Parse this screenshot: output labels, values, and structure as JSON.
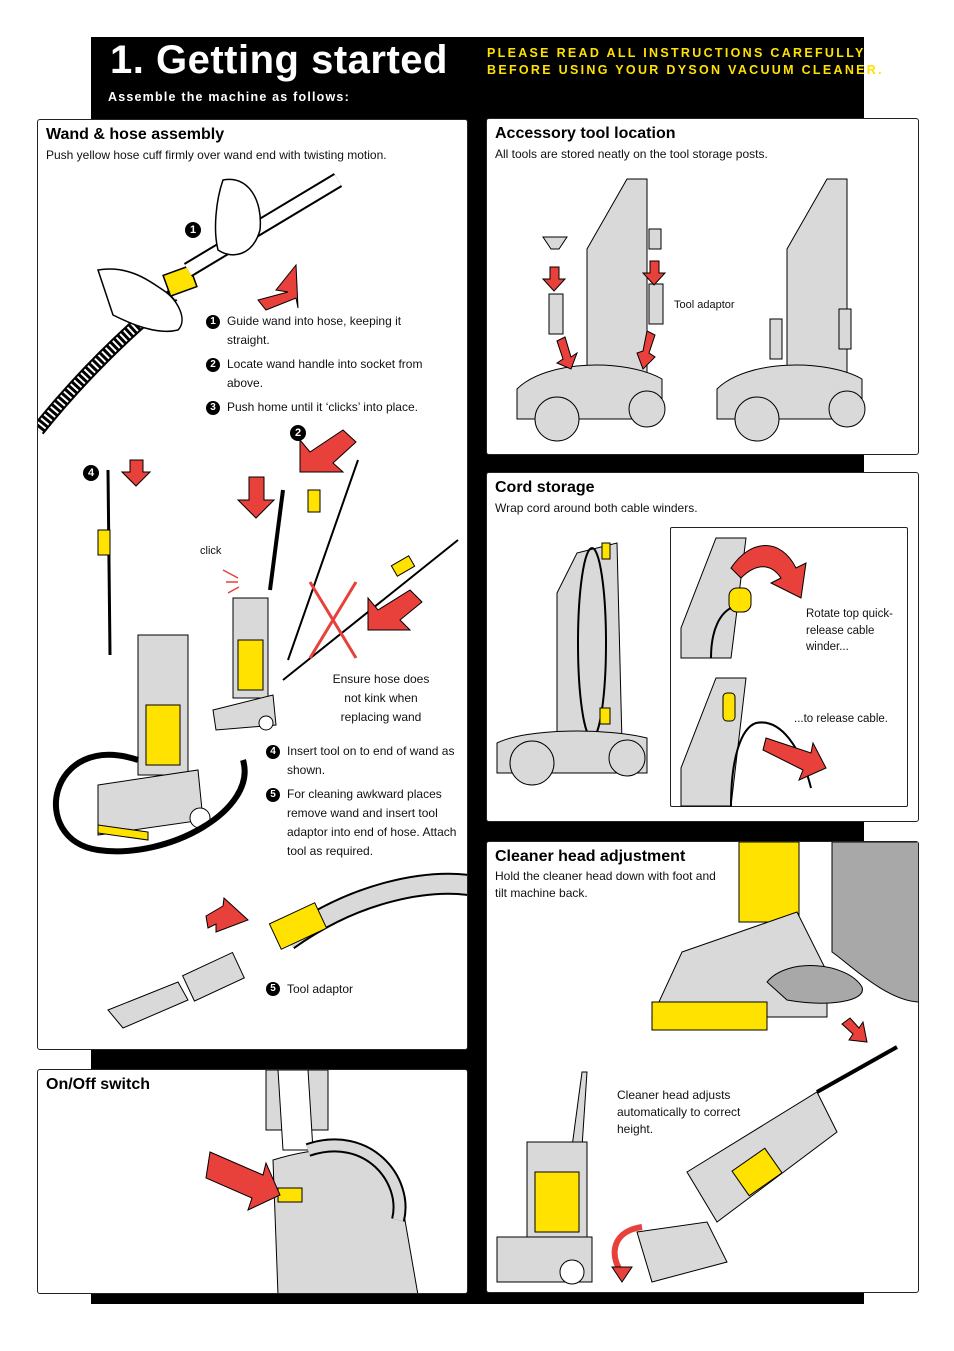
{
  "header": {
    "title": "1. Getting started",
    "subtitle": "Assemble the machine as follows:",
    "warning_line1": "PLEASE READ ALL INSTRUCTIONS CAREFULLY",
    "warning_line2": "BEFORE USING YOUR DYSON VACUUM CLEANER."
  },
  "colors": {
    "yellow": "#FFE200",
    "red": "#E8403A",
    "grey": "#D9D9D9",
    "black": "#000000"
  },
  "wand": {
    "title": "Wand & hose assembly",
    "subtitle": "Push yellow hose cuff firmly over wand end with twisting motion.",
    "steps": [
      {
        "num": "1",
        "text": "Guide wand into hose, keeping it straight."
      },
      {
        "num": "2",
        "text": "Locate wand handle into socket from above."
      },
      {
        "num": "3",
        "text": "Push home until it ‘clicks’ into place."
      },
      {
        "num": "4",
        "text": "Insert tool on to end of wand as shown."
      },
      {
        "num": "5",
        "text": "For cleaning awkward places remove wand and insert tool adaptor into end of hose. Attach tool as required."
      }
    ],
    "click_label": "click",
    "kink_note": "Ensure hose does not kink when replacing wand",
    "tool_adaptor": "Tool adaptor",
    "callouts": [
      "1",
      "2",
      "4",
      "5"
    ]
  },
  "accessory": {
    "title": "Accessory tool location",
    "subtitle": "All tools are stored neatly on the tool storage posts.",
    "tool_adaptor": "Tool adaptor"
  },
  "cord": {
    "title": "Cord storage",
    "subtitle": "Wrap cord around both cable winders.",
    "rotate_note": "Rotate top quick-release cable winder...",
    "release_note": "...to release cable."
  },
  "cleaner_head": {
    "title": "Cleaner head adjustment",
    "subtitle": "Hold the cleaner head down with foot and tilt machine back.",
    "note": "Cleaner head adjusts automatically to correct height."
  },
  "onoff": {
    "title": "On/Off switch"
  }
}
